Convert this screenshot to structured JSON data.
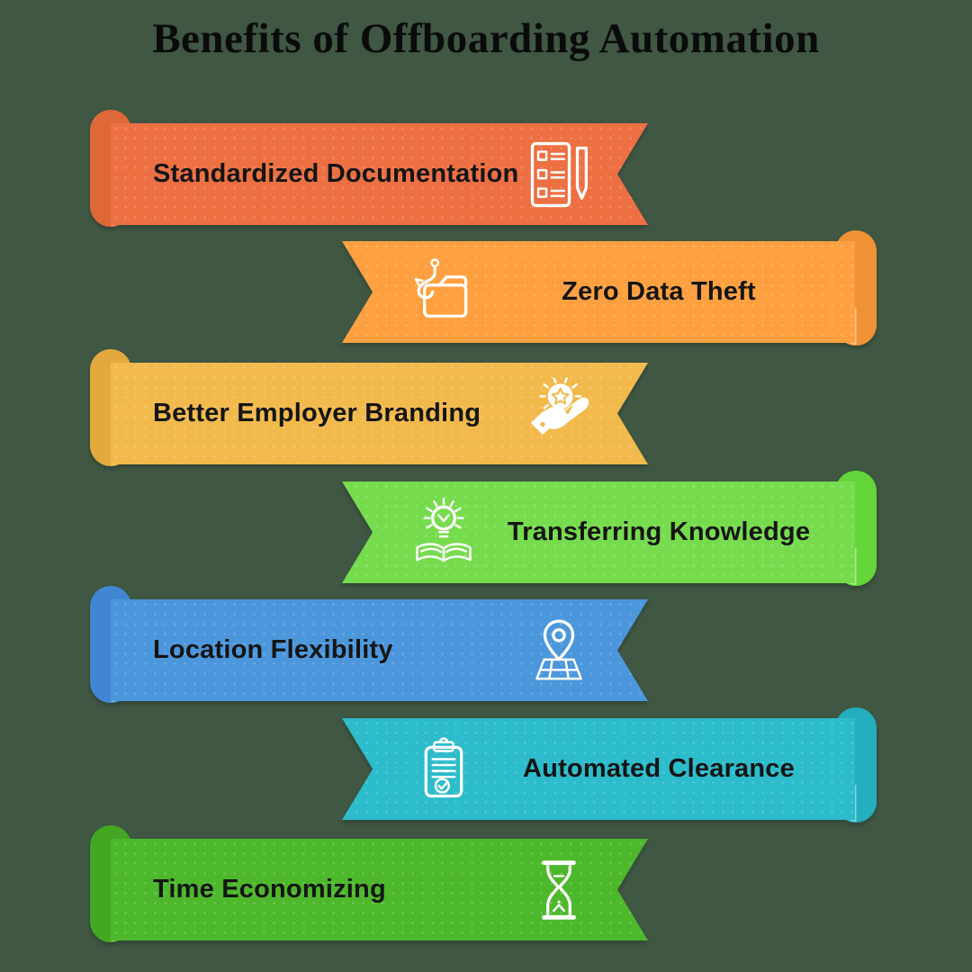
{
  "page": {
    "title": "Benefits of Offboarding Automation",
    "background_color": "#3F5743",
    "title_color": "#0b0b0b",
    "label_color": "#151515"
  },
  "ribbons": [
    {
      "label": "Standardized Documentation",
      "icon": "checklist-pen-icon",
      "side": "left",
      "band_color": "#ED7043",
      "roll_color": "#DF6838",
      "roll_end_color": "#F5A77D"
    },
    {
      "label": "Zero Data Theft",
      "icon": "folder-hook-icon",
      "side": "right",
      "band_color": "#FFA040",
      "roll_color": "#EF9238",
      "roll_end_color": "#FFC288"
    },
    {
      "label": "Better Employer Branding",
      "icon": "hand-star-icon",
      "side": "left",
      "band_color": "#F2BA4D",
      "roll_color": "#E3A93F",
      "roll_end_color": "#F8D998"
    },
    {
      "label": "Transferring Knowledge",
      "icon": "bulb-book-icon",
      "side": "right",
      "band_color": "#76DC4D",
      "roll_color": "#64D53A",
      "roll_end_color": "#ABEB94"
    },
    {
      "label": "Location Flexibility",
      "icon": "map-pin-icon",
      "side": "left",
      "band_color": "#4C97DC",
      "roll_color": "#4186D2",
      "roll_end_color": "#A8CBEE"
    },
    {
      "label": "Automated Clearance",
      "icon": "clipboard-check-icon",
      "side": "right",
      "band_color": "#2CBCCB",
      "roll_color": "#24AEBE",
      "roll_end_color": "#7FD7E0"
    },
    {
      "label": "Time Economizing",
      "icon": "hourglass-icon",
      "side": "left",
      "band_color": "#4DB82C",
      "roll_color": "#43A723",
      "roll_end_color": "#9FD989"
    }
  ]
}
